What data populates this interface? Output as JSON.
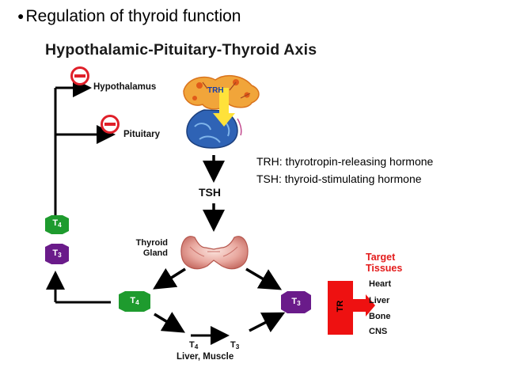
{
  "slide": {
    "title": "Regulation of thyroid function"
  },
  "diagram": {
    "title": "Hypothalamic-Pituitary-Thyroid Axis",
    "hypothalamus_label": "Hypothalamus",
    "pituitary_label": "Pituitary",
    "trh_label": "TRH",
    "tsh_label": "TSH",
    "thyroid_label_line1": "Thyroid",
    "thyroid_label_line2": "Gland",
    "t4_main": "T",
    "t4_sub": "4",
    "t3_main": "T",
    "t3_sub": "3",
    "liver_muscle_label": "Liver, Muscle",
    "receptor_label": "TR",
    "target_tissues_line1": "Target",
    "target_tissues_line2": "Tissues",
    "tissues": [
      "Heart",
      "Liver",
      "Bone",
      "CNS"
    ],
    "inhibit_symbol": "−"
  },
  "legend": {
    "trh": "TRH: thyrotropin-releasing hormone",
    "tsh": "TSH: thyroid-stimulating hormone"
  },
  "colors": {
    "t4_green": "#1e9b2e",
    "t3_purple": "#6a1b8a",
    "inhibit_red": "#e0202a",
    "target_red": "#e31b1b",
    "receptor_red": "#ee1111"
  }
}
